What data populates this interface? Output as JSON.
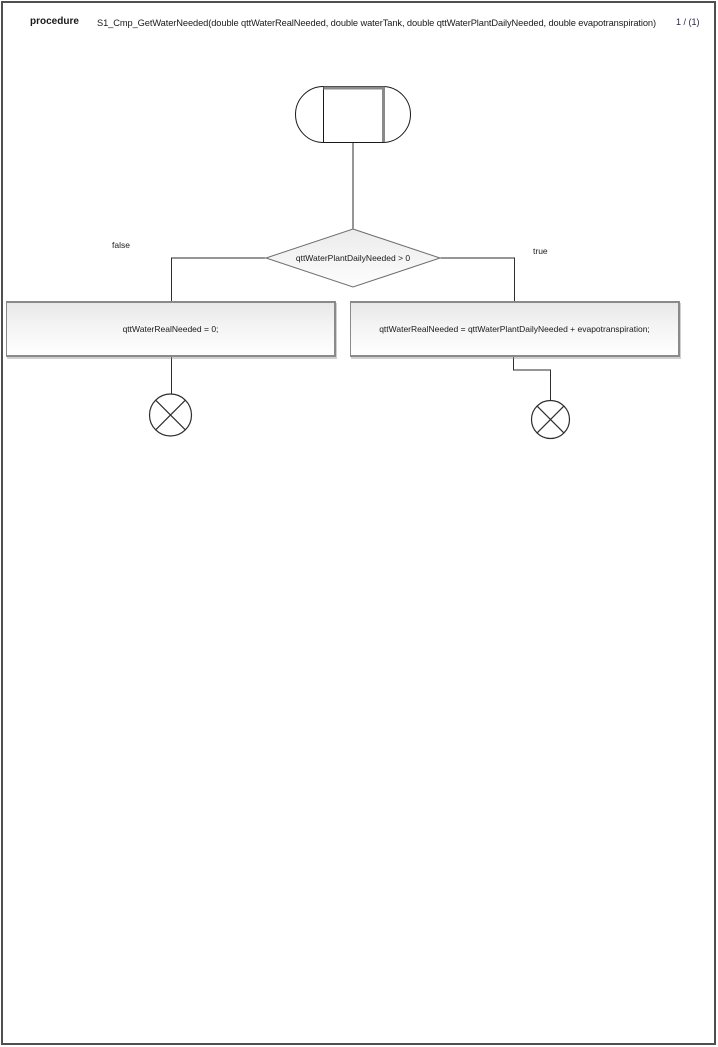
{
  "header": {
    "kind_label": "procedure",
    "signature": "S1_Cmp_GetWaterNeeded(double qttWaterRealNeeded, double waterTank, double qttWaterPlantDailyNeeded, double evapotranspiration)",
    "page_indicator": "1 / (1)"
  },
  "flowchart": {
    "start_node": "initial-activity-node",
    "decision": {
      "condition": "qttWaterPlantDailyNeeded > 0"
    },
    "false_branch": {
      "label": "false",
      "action": "qttWaterRealNeeded = 0;",
      "terminator": "flow-final"
    },
    "true_branch": {
      "label": "true",
      "action": "qttWaterRealNeeded = qttWaterPlantDailyNeeded + evapotranspiration;",
      "terminator": "flow-final"
    }
  },
  "colors": {
    "frame_border": "#4f4f4f",
    "connector_line": "#2e2e2e",
    "shape_border": "#8a8a8a",
    "shape_gradient_top": "#e8e8e8",
    "shape_gradient_bottom": "#ffffff",
    "background": "#ffffff",
    "text": "#1a1a1a"
  }
}
